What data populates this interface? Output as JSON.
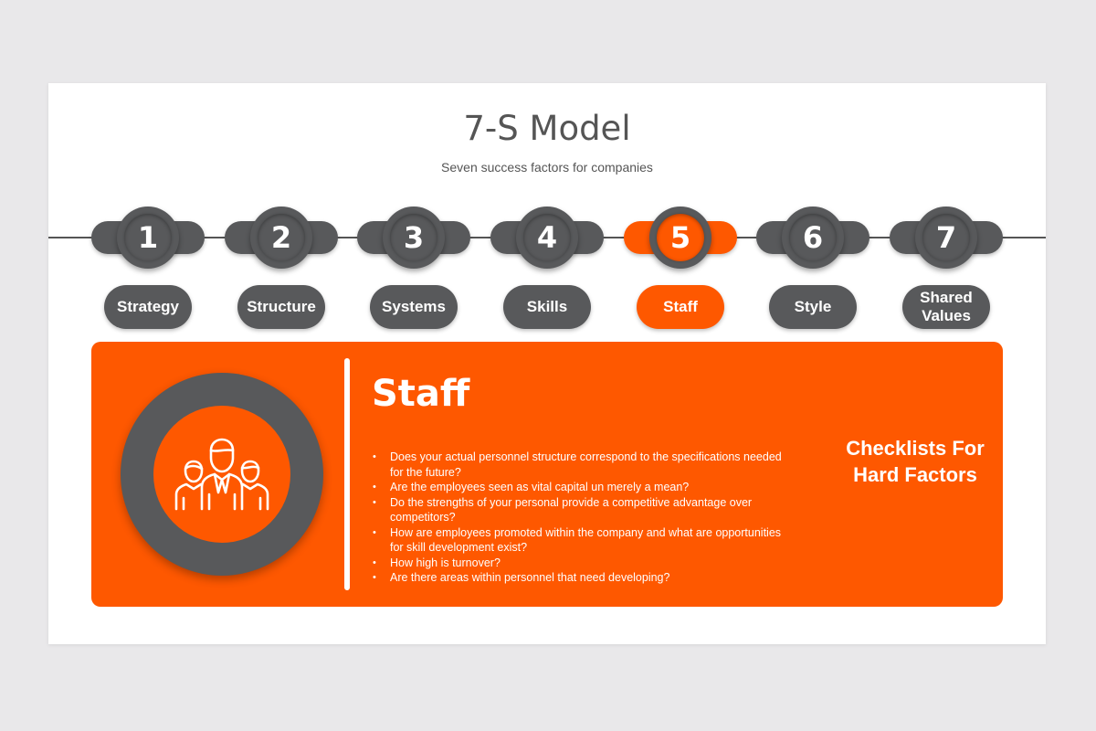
{
  "slide": {
    "title": "7-S Model",
    "subtitle": "Seven success factors for companies"
  },
  "steps": [
    {
      "number": "1",
      "label": "Strategy",
      "active": false
    },
    {
      "number": "2",
      "label": "Structure",
      "active": false
    },
    {
      "number": "3",
      "label": "Systems",
      "active": false
    },
    {
      "number": "4",
      "label": "Skills",
      "active": false
    },
    {
      "number": "5",
      "label": "Staff",
      "active": true
    },
    {
      "number": "6",
      "label": "Style",
      "active": false
    },
    {
      "number": "7",
      "label": "Shared Values",
      "active": false
    }
  ],
  "detail": {
    "icon": "people-group-icon",
    "title": "Staff",
    "bullets": [
      "Does your actual personnel structure correspond to the specifications needed for the future?",
      "Are the employees seen as vital capital un merely a mean?",
      "Do the strengths of your personal provide a competitive advantage over competitors?",
      "How are employees promoted within the company and what are opportunities for skill development exist?",
      "How high is turnover?",
      "Are there areas within personnel that need developing?"
    ],
    "side_note": "Checklists For Hard Factors"
  },
  "colors": {
    "accent": "#fe5800",
    "neutral": "#58595b",
    "background": "#e9e8ea",
    "slide": "#ffffff"
  }
}
